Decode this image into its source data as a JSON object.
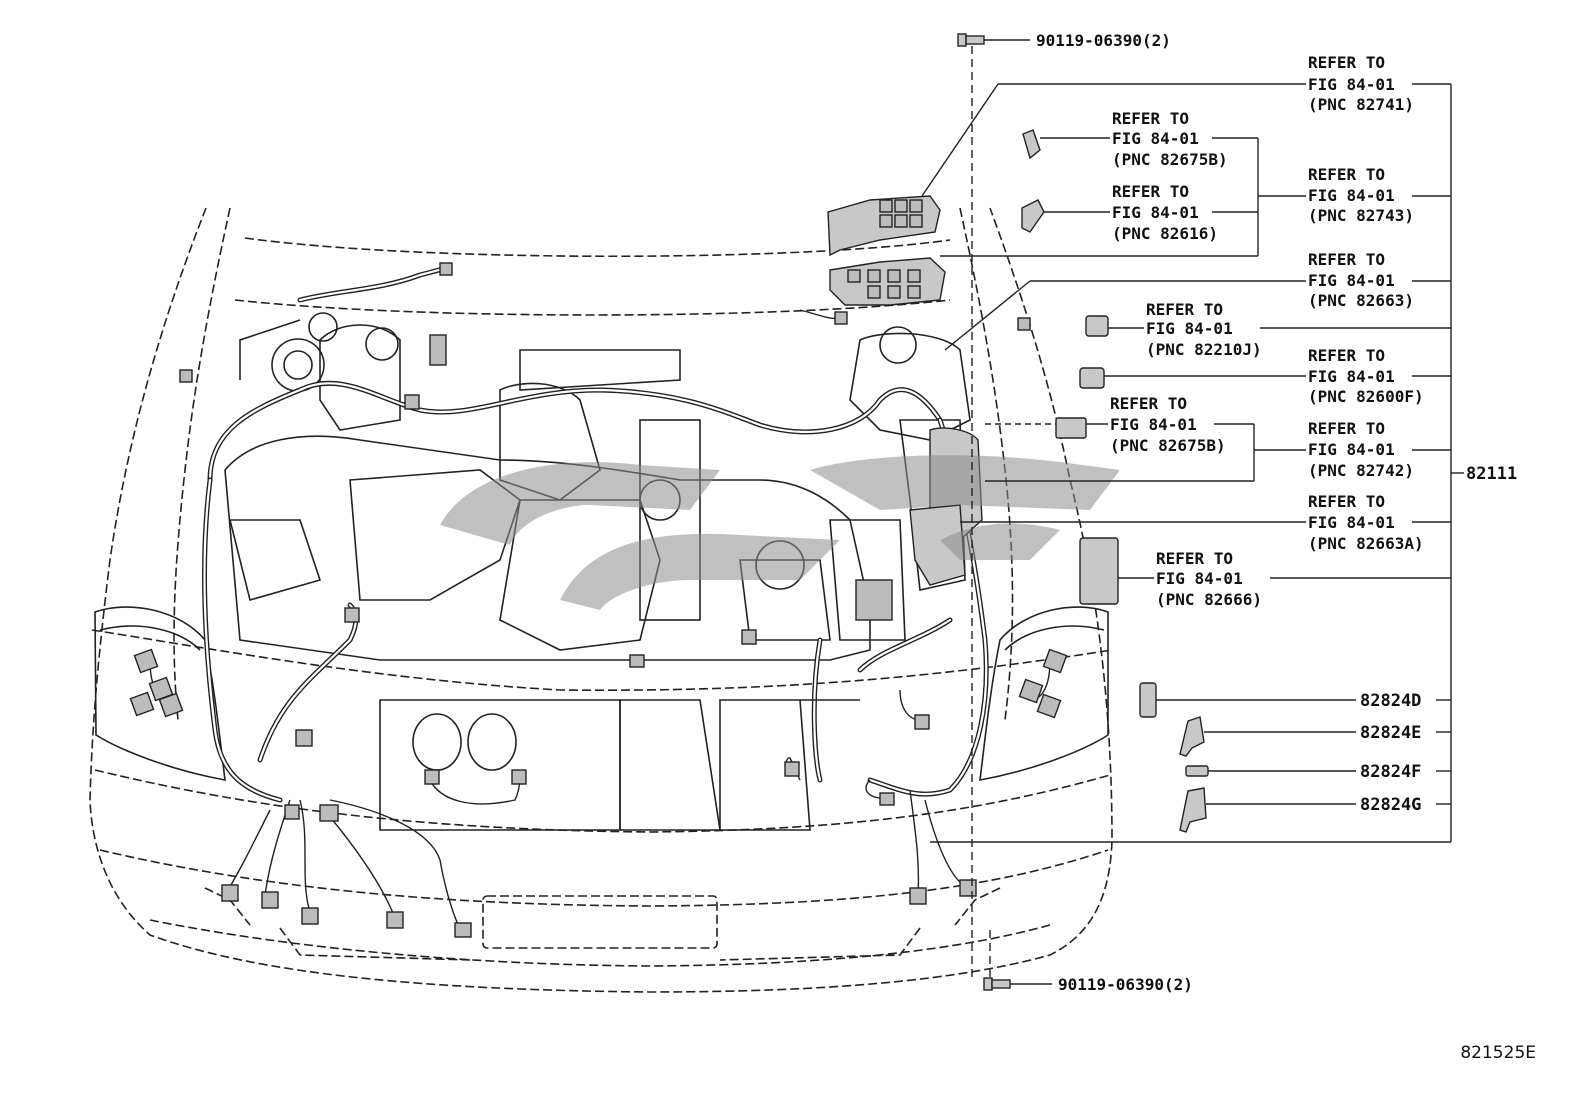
{
  "diagram": {
    "figure_number": "821525E",
    "main_part_number": "82111",
    "bolt_callouts": [
      {
        "id": "bolt-top",
        "label": "90119-06390(2)"
      },
      {
        "id": "bolt-bottom",
        "label": "90119-06390(2)"
      }
    ],
    "refer_callouts": [
      {
        "id": "r82741",
        "line1": "REFER TO",
        "line2": "FIG 84-01",
        "line3": "(PNC 82741)"
      },
      {
        "id": "r82675b-top",
        "line1": "REFER TO",
        "line2": "FIG 84-01",
        "line3": "(PNC 82675B)"
      },
      {
        "id": "r82616",
        "line1": "REFER TO",
        "line2": "FIG 84-01",
        "line3": "(PNC 82616)"
      },
      {
        "id": "r82743",
        "line1": "REFER TO",
        "line2": "FIG 84-01",
        "line3": "(PNC 82743)"
      },
      {
        "id": "r82663",
        "line1": "REFER TO",
        "line2": "FIG 84-01",
        "line3": "(PNC 82663)"
      },
      {
        "id": "r82210j",
        "line1": "REFER TO",
        "line2": "FIG 84-01",
        "line3": "(PNC 82210J)"
      },
      {
        "id": "r82600f",
        "line1": "REFER TO",
        "line2": "FIG 84-01",
        "line3": "(PNC 82600F)"
      },
      {
        "id": "r82675b-mid",
        "line1": "REFER TO",
        "line2": "FIG 84-01",
        "line3": "(PNC 82675B)"
      },
      {
        "id": "r82742",
        "line1": "REFER TO",
        "line2": "FIG 84-01",
        "line3": "(PNC 82742)"
      },
      {
        "id": "r82663a",
        "line1": "REFER TO",
        "line2": "FIG 84-01",
        "line3": "(PNC 82663A)"
      },
      {
        "id": "r82666",
        "line1": "REFER TO",
        "line2": "FIG 84-01",
        "line3": "(PNC 82666)"
      }
    ],
    "part_callouts": [
      {
        "id": "p82824d",
        "label": "82824D"
      },
      {
        "id": "p82824e",
        "label": "82824E"
      },
      {
        "id": "p82824f",
        "label": "82824F"
      },
      {
        "id": "p82824g",
        "label": "82824G"
      }
    ]
  }
}
